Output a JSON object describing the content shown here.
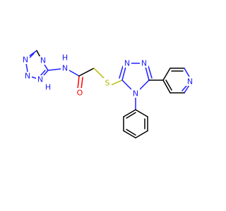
{
  "molecule": {
    "colors": {
      "carbon_bond": "#000000",
      "nitrogen": "#2020ff",
      "oxygen": "#ff0000",
      "sulfur": "#b8b800"
    },
    "atom_labels": {
      "amide_nh": "N",
      "amide_h": "H",
      "carbonyl_o": "O",
      "thioether_s": "S",
      "triazole_left_n1": "N",
      "triazole_left_n2": "N",
      "triazole_left_nh": "N",
      "triazole_left_h": "H",
      "triazole_right_n1": "N",
      "triazole_right_n2": "N",
      "triazole_right_n4": "N",
      "pyridine_n": "N"
    }
  }
}
